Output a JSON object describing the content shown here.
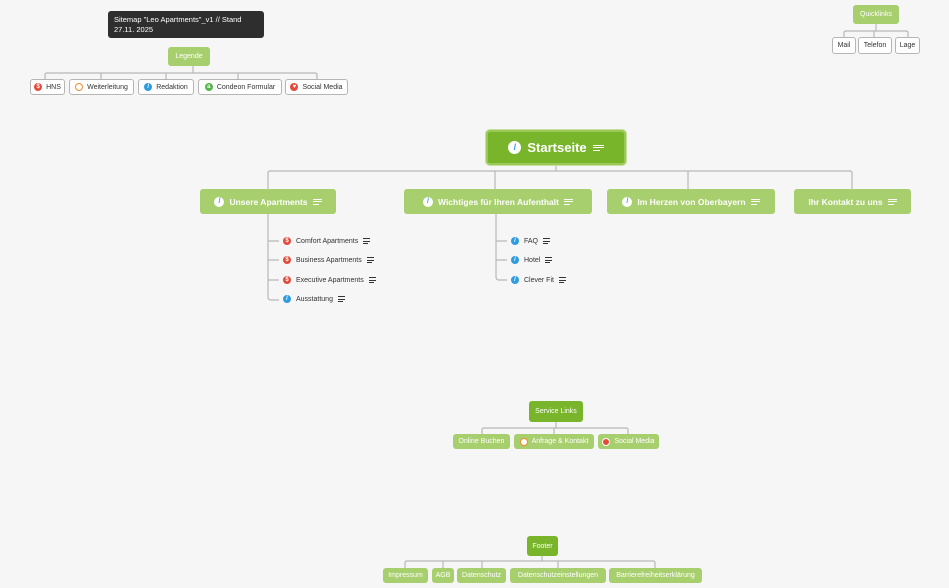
{
  "title_note": "Sitemap \"Leo Apartments\"_v1 // Stand 27.11. 2025",
  "legend": {
    "title": "Legende",
    "items": [
      {
        "label": "HNS",
        "icon": "red-circle-icon",
        "color": "#e5493a"
      },
      {
        "label": "Weiterleitung",
        "icon": "orange-target-icon",
        "color": "#f28a2d"
      },
      {
        "label": "Redaktion",
        "icon": "blue-pencil-icon",
        "color": "#2f9be0"
      },
      {
        "label": "Condeon Formular",
        "icon": "green-circle-icon",
        "color": "#56b44b"
      },
      {
        "label": "Social Media",
        "icon": "red-heart-icon",
        "color": "#e5493a"
      }
    ]
  },
  "quicklinks": {
    "title": "Quicklinks",
    "items": [
      "Mail",
      "Telefon",
      "Lage"
    ]
  },
  "root": {
    "label": "Startseite",
    "icon": "pencil-icon"
  },
  "branches": [
    {
      "label": "Unsere Apartments",
      "children": [
        {
          "label": "Comfort Apartments",
          "icon": "red-circle-icon"
        },
        {
          "label": "Business Apartments",
          "icon": "red-circle-icon"
        },
        {
          "label": "Executive Apartments",
          "icon": "red-circle-icon"
        },
        {
          "label": "Ausstattung",
          "icon": "blue-pencil-icon"
        }
      ]
    },
    {
      "label": "Wichtiges für Ihren Aufenthalt",
      "children": [
        {
          "label": "FAQ",
          "icon": "blue-pencil-icon"
        },
        {
          "label": "Hotel",
          "icon": "blue-pencil-icon"
        },
        {
          "label": "Clever Fit",
          "icon": "blue-pencil-icon"
        }
      ]
    },
    {
      "label": "Im Herzen von Oberbayern",
      "children": []
    },
    {
      "label": "Ihr Kontakt zu uns",
      "children": []
    }
  ],
  "service_links": {
    "title": "Service Links",
    "items": [
      {
        "label": "Online Buchen",
        "icon": ""
      },
      {
        "label": "Anfrage & Kontakt",
        "icon": "orange-target-icon"
      },
      {
        "label": "Social Media",
        "icon": "red-heart-icon"
      }
    ]
  },
  "footer": {
    "title": "Footer",
    "items": [
      "Impressum",
      "AGB",
      "Datenschutz",
      "Datenschutzeinstellungen",
      "Barrierefreiheitserklärung"
    ]
  },
  "colors": {
    "accent_dark": "#78b52a",
    "accent_light": "#a8cf6e",
    "connector": "#b5b5b5"
  }
}
